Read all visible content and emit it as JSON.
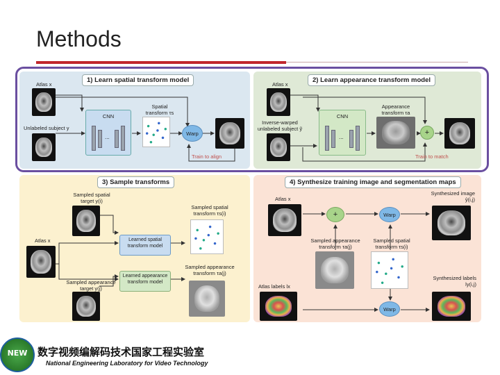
{
  "slide": {
    "title": "Methods"
  },
  "footer": {
    "logo_text": "NEW",
    "lab_name_cn": "数字视频编解码技术国家工程实验室",
    "lab_name_en": "National Engineering Laboratory for Video Technology"
  },
  "panel1": {
    "header": "1) Learn spatial transform model",
    "atlas": "Atlas x",
    "unlabeled_subject": "Unlabeled subject y",
    "cnn": "CNN",
    "cnn_dots": "...",
    "spatial_transform": "Spatial",
    "spatial_transform2": "transform τs",
    "warp": "Warp",
    "train": "Train to align"
  },
  "panel2": {
    "header": "2) Learn appearance transform model",
    "atlas": "Atlas x",
    "inverse_warped": "Inverse-warped",
    "inverse_warped2": "unlabeled subject ỹ",
    "cnn": "CNN",
    "cnn_dots": "...",
    "appearance": "Appearance",
    "appearance2": "transform τa",
    "plus": "+",
    "train": "Train to match"
  },
  "panel3": {
    "header": "3) Sample transforms",
    "sampled_spatial_target": "Sampled spatial",
    "sampled_spatial_target2": "target y(i)",
    "atlas": "Atlas x",
    "sampled_appearance_target": "Sampled appearance",
    "sampled_appearance_target2": "target y(j)",
    "learned_spatial_model": "Learned spatial transform model",
    "learned_appearance_model": "Learned appearance transform model",
    "sampled_spatial_transform": "Sampled spatial",
    "sampled_spatial_transform2": "transform τs(i)",
    "sampled_appearance_transform": "Sampled appearance",
    "sampled_appearance_transform2": "transform τa(j)"
  },
  "panel4": {
    "header": "4) Synthesize training image and segmentation maps",
    "atlas": "Atlas x",
    "plus": "+",
    "warp": "Warp",
    "warp2": "Warp",
    "synth_image": "Synthesized image",
    "synth_image2": "ŷ(i,j)",
    "sampled_appearance_transform": "Sampled appearance",
    "sampled_appearance_transform2": "transform τa(j)",
    "sampled_spatial_transform": "Sampled spatial",
    "sampled_spatial_transform2": "transform τs(i)",
    "atlas_labels": "Atlas labels lx",
    "synth_labels": "Synthesized labels",
    "synth_labels2": "ly(i,j)"
  }
}
